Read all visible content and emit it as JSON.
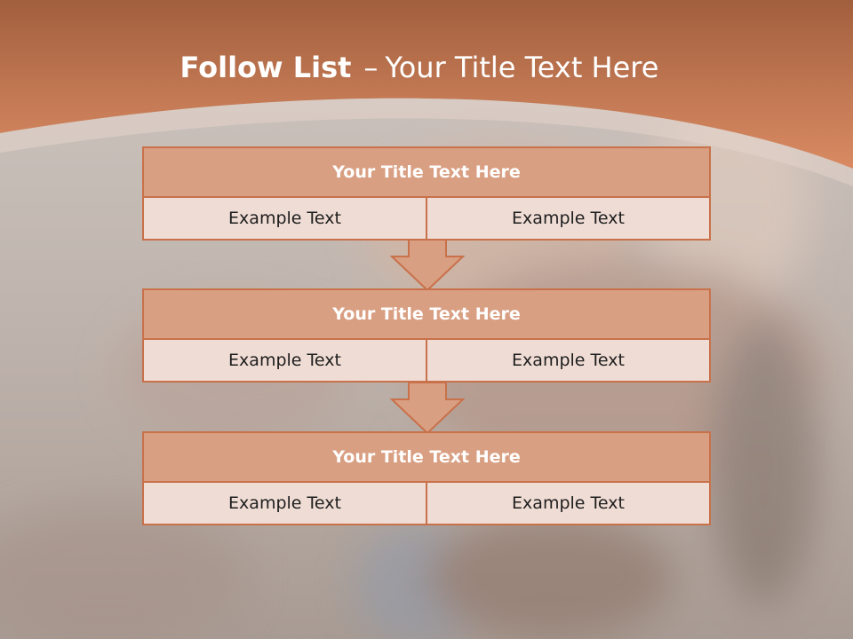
{
  "slide": {
    "title_bold": "Follow List",
    "title_dash": "–",
    "title_rest": "Your Title Text Here"
  },
  "colors": {
    "accent": "#c8714a",
    "header": "#b36a47",
    "box_title_fill": "#d99f82",
    "box_row_fill": "#efdcd4",
    "background": "#c9bfb9"
  },
  "steps": [
    {
      "title": "Your Title Text Here",
      "left_text": "Example Text",
      "right_text": "Example Text"
    },
    {
      "title": "Your Title Text Here",
      "left_text": "Example Text",
      "right_text": "Example Text"
    },
    {
      "title": "Your Title Text Here",
      "left_text": "Example Text",
      "right_text": "Example Text"
    }
  ],
  "connectors": [
    "down-arrow-icon",
    "down-arrow-icon"
  ]
}
